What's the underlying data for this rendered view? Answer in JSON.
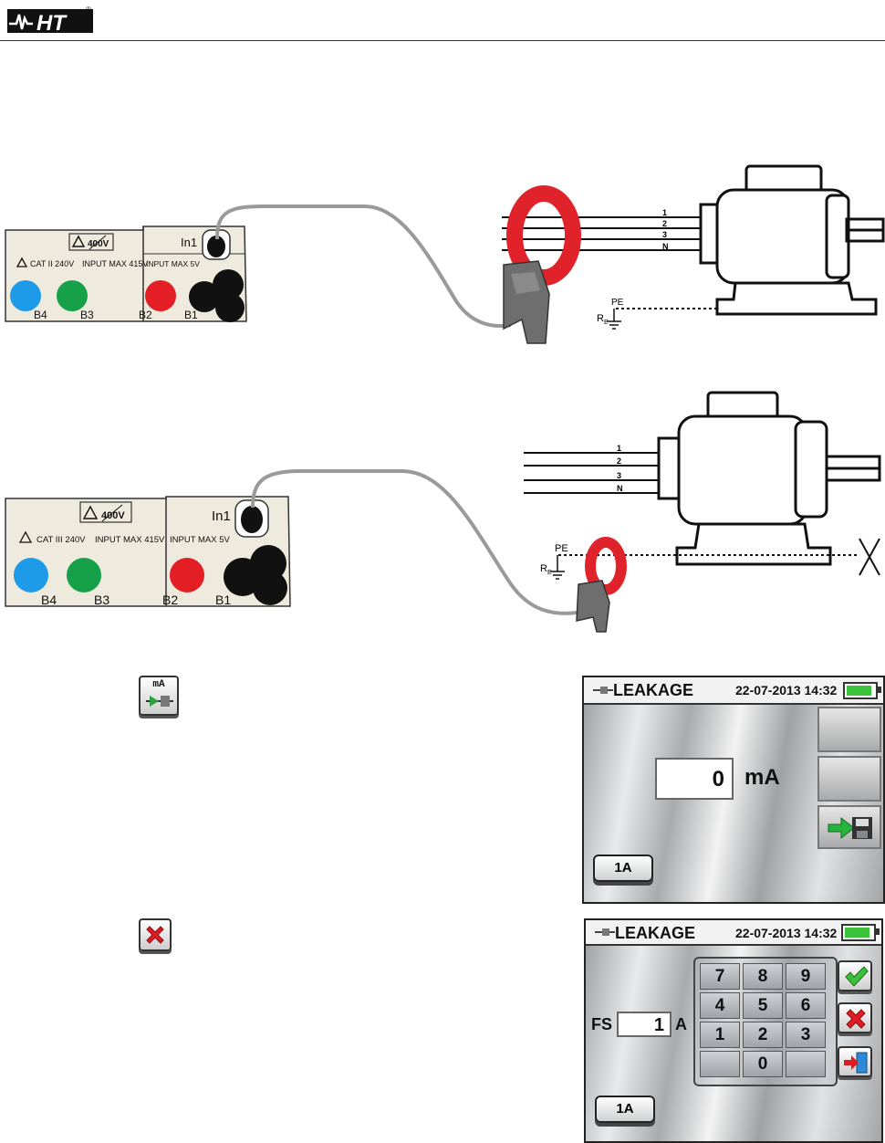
{
  "header": {
    "logo_text": "HT",
    "registered_mark": "®"
  },
  "diagram1": {
    "instrument": {
      "voltage_symbol": "400V",
      "cat_label": "CAT II 240V",
      "input_max_label": "INPUT MAX 415V",
      "input_5v_label": "INPUT MAX 5V",
      "in1_label": "In1",
      "terminals": [
        "B4",
        "B3",
        "B2",
        "B1"
      ]
    },
    "wires": [
      "1",
      "2",
      "3",
      "N"
    ],
    "pe_label": "PE",
    "re_label": "R",
    "re_sub": "E"
  },
  "diagram2": {
    "instrument": {
      "voltage_symbol": "400V",
      "cat_label": "CAT III 240V",
      "input_max_label": "INPUT MAX 415V",
      "input_5v_label": "INPUT MAX 5V",
      "in1_label": "In1",
      "terminals": [
        "B4",
        "B3",
        "B2",
        "B1"
      ]
    },
    "wires": [
      "1",
      "2",
      "3",
      "N"
    ],
    "pe_label": "PE",
    "re_label": "R",
    "re_sub": "E"
  },
  "icons": {
    "ma_icon_text": "mA"
  },
  "screen1": {
    "title": "LEAKAGE",
    "datetime": "22-07-2013 14:32",
    "value": "0",
    "unit": "mA",
    "range_button": "1A",
    "battery_level": 0.85
  },
  "screen2": {
    "title": "LEAKAGE",
    "datetime": "22-07-2013 14:32",
    "fs_label": "FS",
    "fs_value": "1",
    "fs_unit": "A",
    "keypad": [
      "7",
      "8",
      "9",
      "4",
      "5",
      "6",
      "1",
      "2",
      "3",
      "",
      "0",
      ""
    ],
    "range_button": "1A",
    "battery_level": 0.85
  },
  "colors": {
    "clamp_red": "#e0232b",
    "terminal_blue": "#1e9be8",
    "terminal_green": "#17a04a",
    "terminal_red": "#e31e24",
    "cable_grey": "#9a9a9a"
  }
}
